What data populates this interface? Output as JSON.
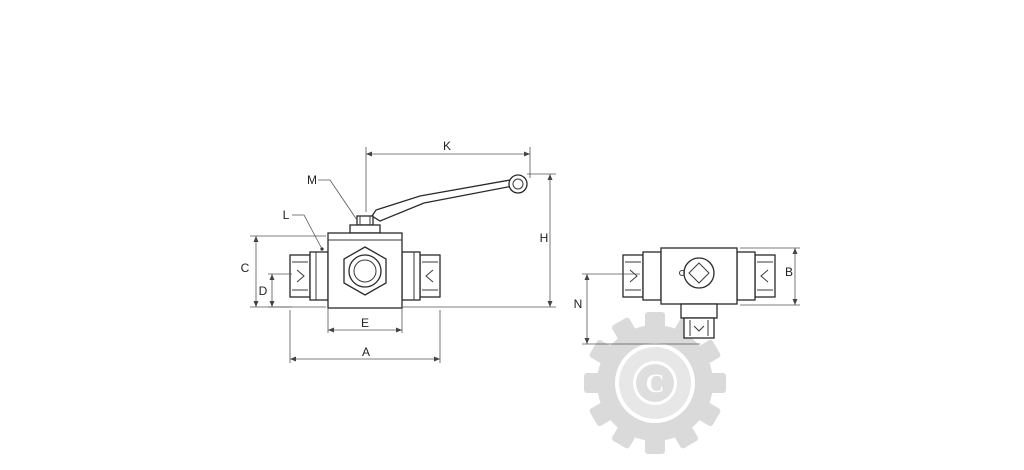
{
  "labels": {
    "k": "K",
    "m": "M",
    "l": "L",
    "h": "H",
    "c": "C",
    "d": "D",
    "e": "E",
    "a": "A",
    "b": "B",
    "n": "N"
  },
  "watermark": {
    "glyph": "C",
    "color": "#bdbdbd"
  }
}
